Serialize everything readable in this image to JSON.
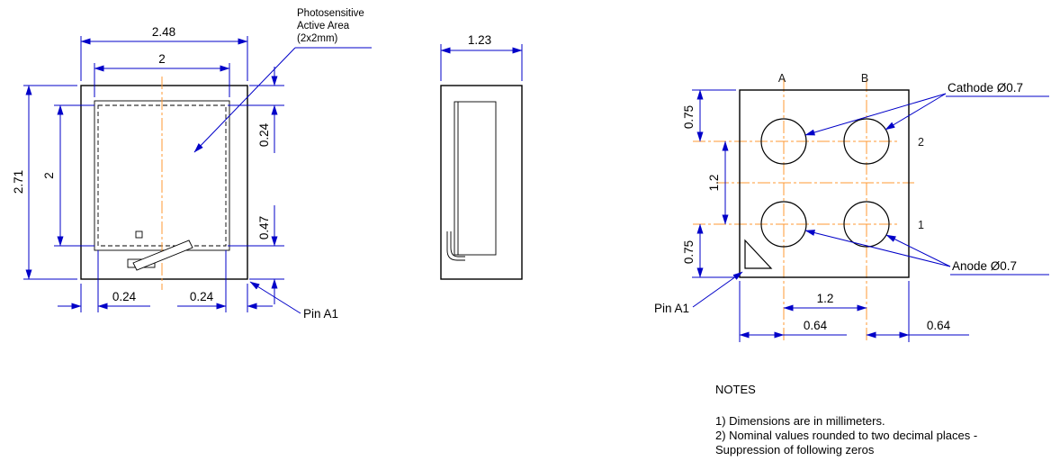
{
  "front_view": {
    "active_area_note": {
      "line1": "Photosensitive",
      "line2": "Active Area",
      "line3": "(2x2mm)"
    },
    "pin_label": "Pin A1",
    "dims": {
      "width_outer": "2.48",
      "width_active": "2",
      "height_outer": "2.71",
      "height_active": "2",
      "top_margin": "0.24",
      "bottom_margin": "0.47",
      "bottom_left_margin": "0.24",
      "bottom_right_margin": "0.24"
    }
  },
  "side_view": {
    "dims": {
      "depth": "1.23"
    }
  },
  "bottom_view": {
    "column_labels": {
      "a": "A",
      "b": "B"
    },
    "row_labels": {
      "row1": "1",
      "row2": "2"
    },
    "callouts": {
      "cathode": "Cathode Ø0.7",
      "anode": "Anode Ø0.7",
      "pin": "Pin A1"
    },
    "dims": {
      "top_margin": "0.75",
      "row_pitch": "1.2",
      "bottom_margin": "0.75",
      "col_pitch": "1.2",
      "left_margin": "0.64",
      "right_margin": "0.64"
    }
  },
  "notes": {
    "title": "NOTES",
    "items": [
      "1) Dimensions are in millimeters.",
      "2) Nominal values rounded to two decimal places -",
      "Suppression of following zeros"
    ]
  },
  "colors": {
    "dimension_blue": "#0000C8",
    "centerline_orange": "#FF9933",
    "outline_black": "#000000",
    "background": "#FFFFFF"
  }
}
